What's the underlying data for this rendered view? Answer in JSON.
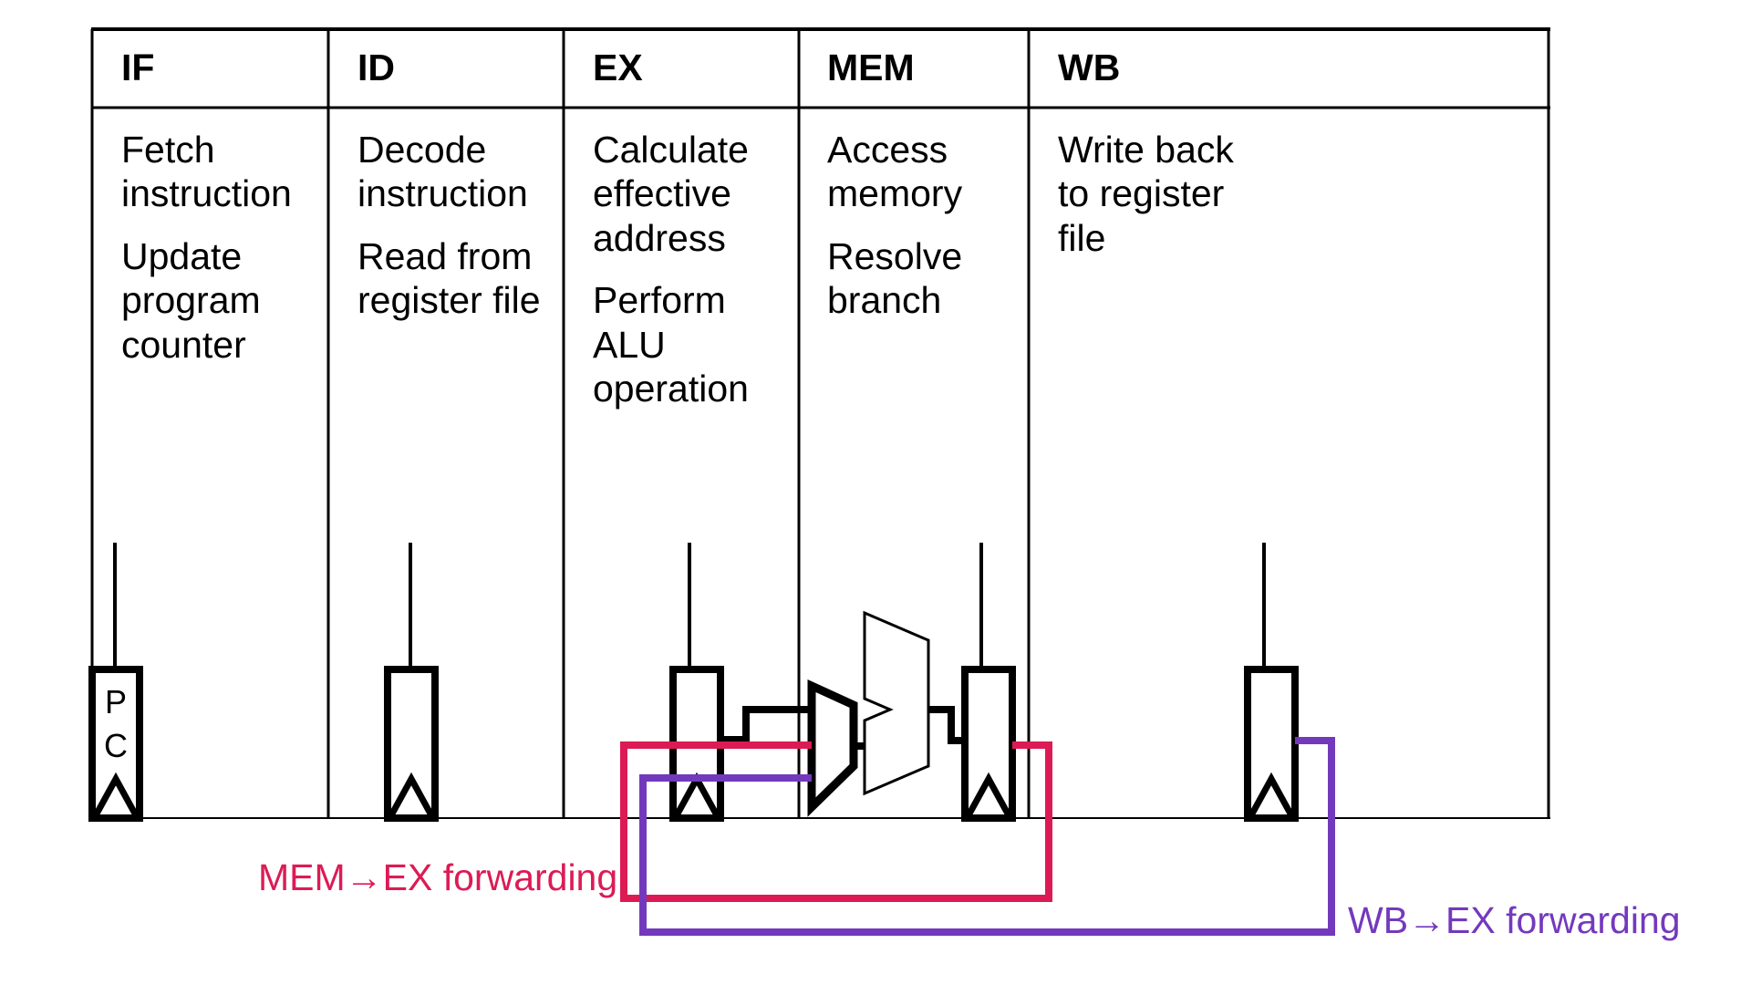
{
  "diagram": {
    "title_present": false,
    "colors": {
      "line": "#000000",
      "mem_ex_forward": "#DC1B55",
      "wb_ex_forward": "#7339BD"
    },
    "table": {
      "headers": [
        "IF",
        "ID",
        "EX",
        "MEM",
        "WB"
      ],
      "cells": [
        {
          "stage": "IF",
          "paragraphs": [
            "Fetch instruction",
            "Update program counter"
          ]
        },
        {
          "stage": "ID",
          "paragraphs": [
            "Decode instruction",
            "Read from register file"
          ]
        },
        {
          "stage": "EX",
          "paragraphs": [
            "Calculate effective address",
            "Perform ALU operation"
          ]
        },
        {
          "stage": "MEM",
          "paragraphs": [
            "Access memory",
            "Resolve branch"
          ]
        },
        {
          "stage": "WB",
          "paragraphs": [
            "Write back to register file"
          ]
        }
      ]
    },
    "pipeline_registers": [
      {
        "name": "PC",
        "label_lines": [
          "P",
          "C"
        ]
      },
      {
        "name": "IF/ID",
        "label_lines": []
      },
      {
        "name": "ID/EX",
        "label_lines": []
      },
      {
        "name": "EX/MEM",
        "label_lines": []
      },
      {
        "name": "MEM/WB",
        "label_lines": []
      }
    ],
    "ex_stage_units": [
      {
        "name": "forwarding-mux",
        "shape": "mux-trapezoid",
        "inputs": 3
      },
      {
        "name": "alu",
        "shape": "alu-pentagon"
      }
    ],
    "forwarding_paths": [
      {
        "id": "mem-ex",
        "label": "MEM→EX forwarding",
        "color": "#DC1B55",
        "from": "EX/MEM",
        "to": "forwarding-mux"
      },
      {
        "id": "wb-ex",
        "label": "WB→EX forwarding",
        "color": "#7339BD",
        "from": "MEM/WB",
        "to": "forwarding-mux"
      }
    ]
  }
}
